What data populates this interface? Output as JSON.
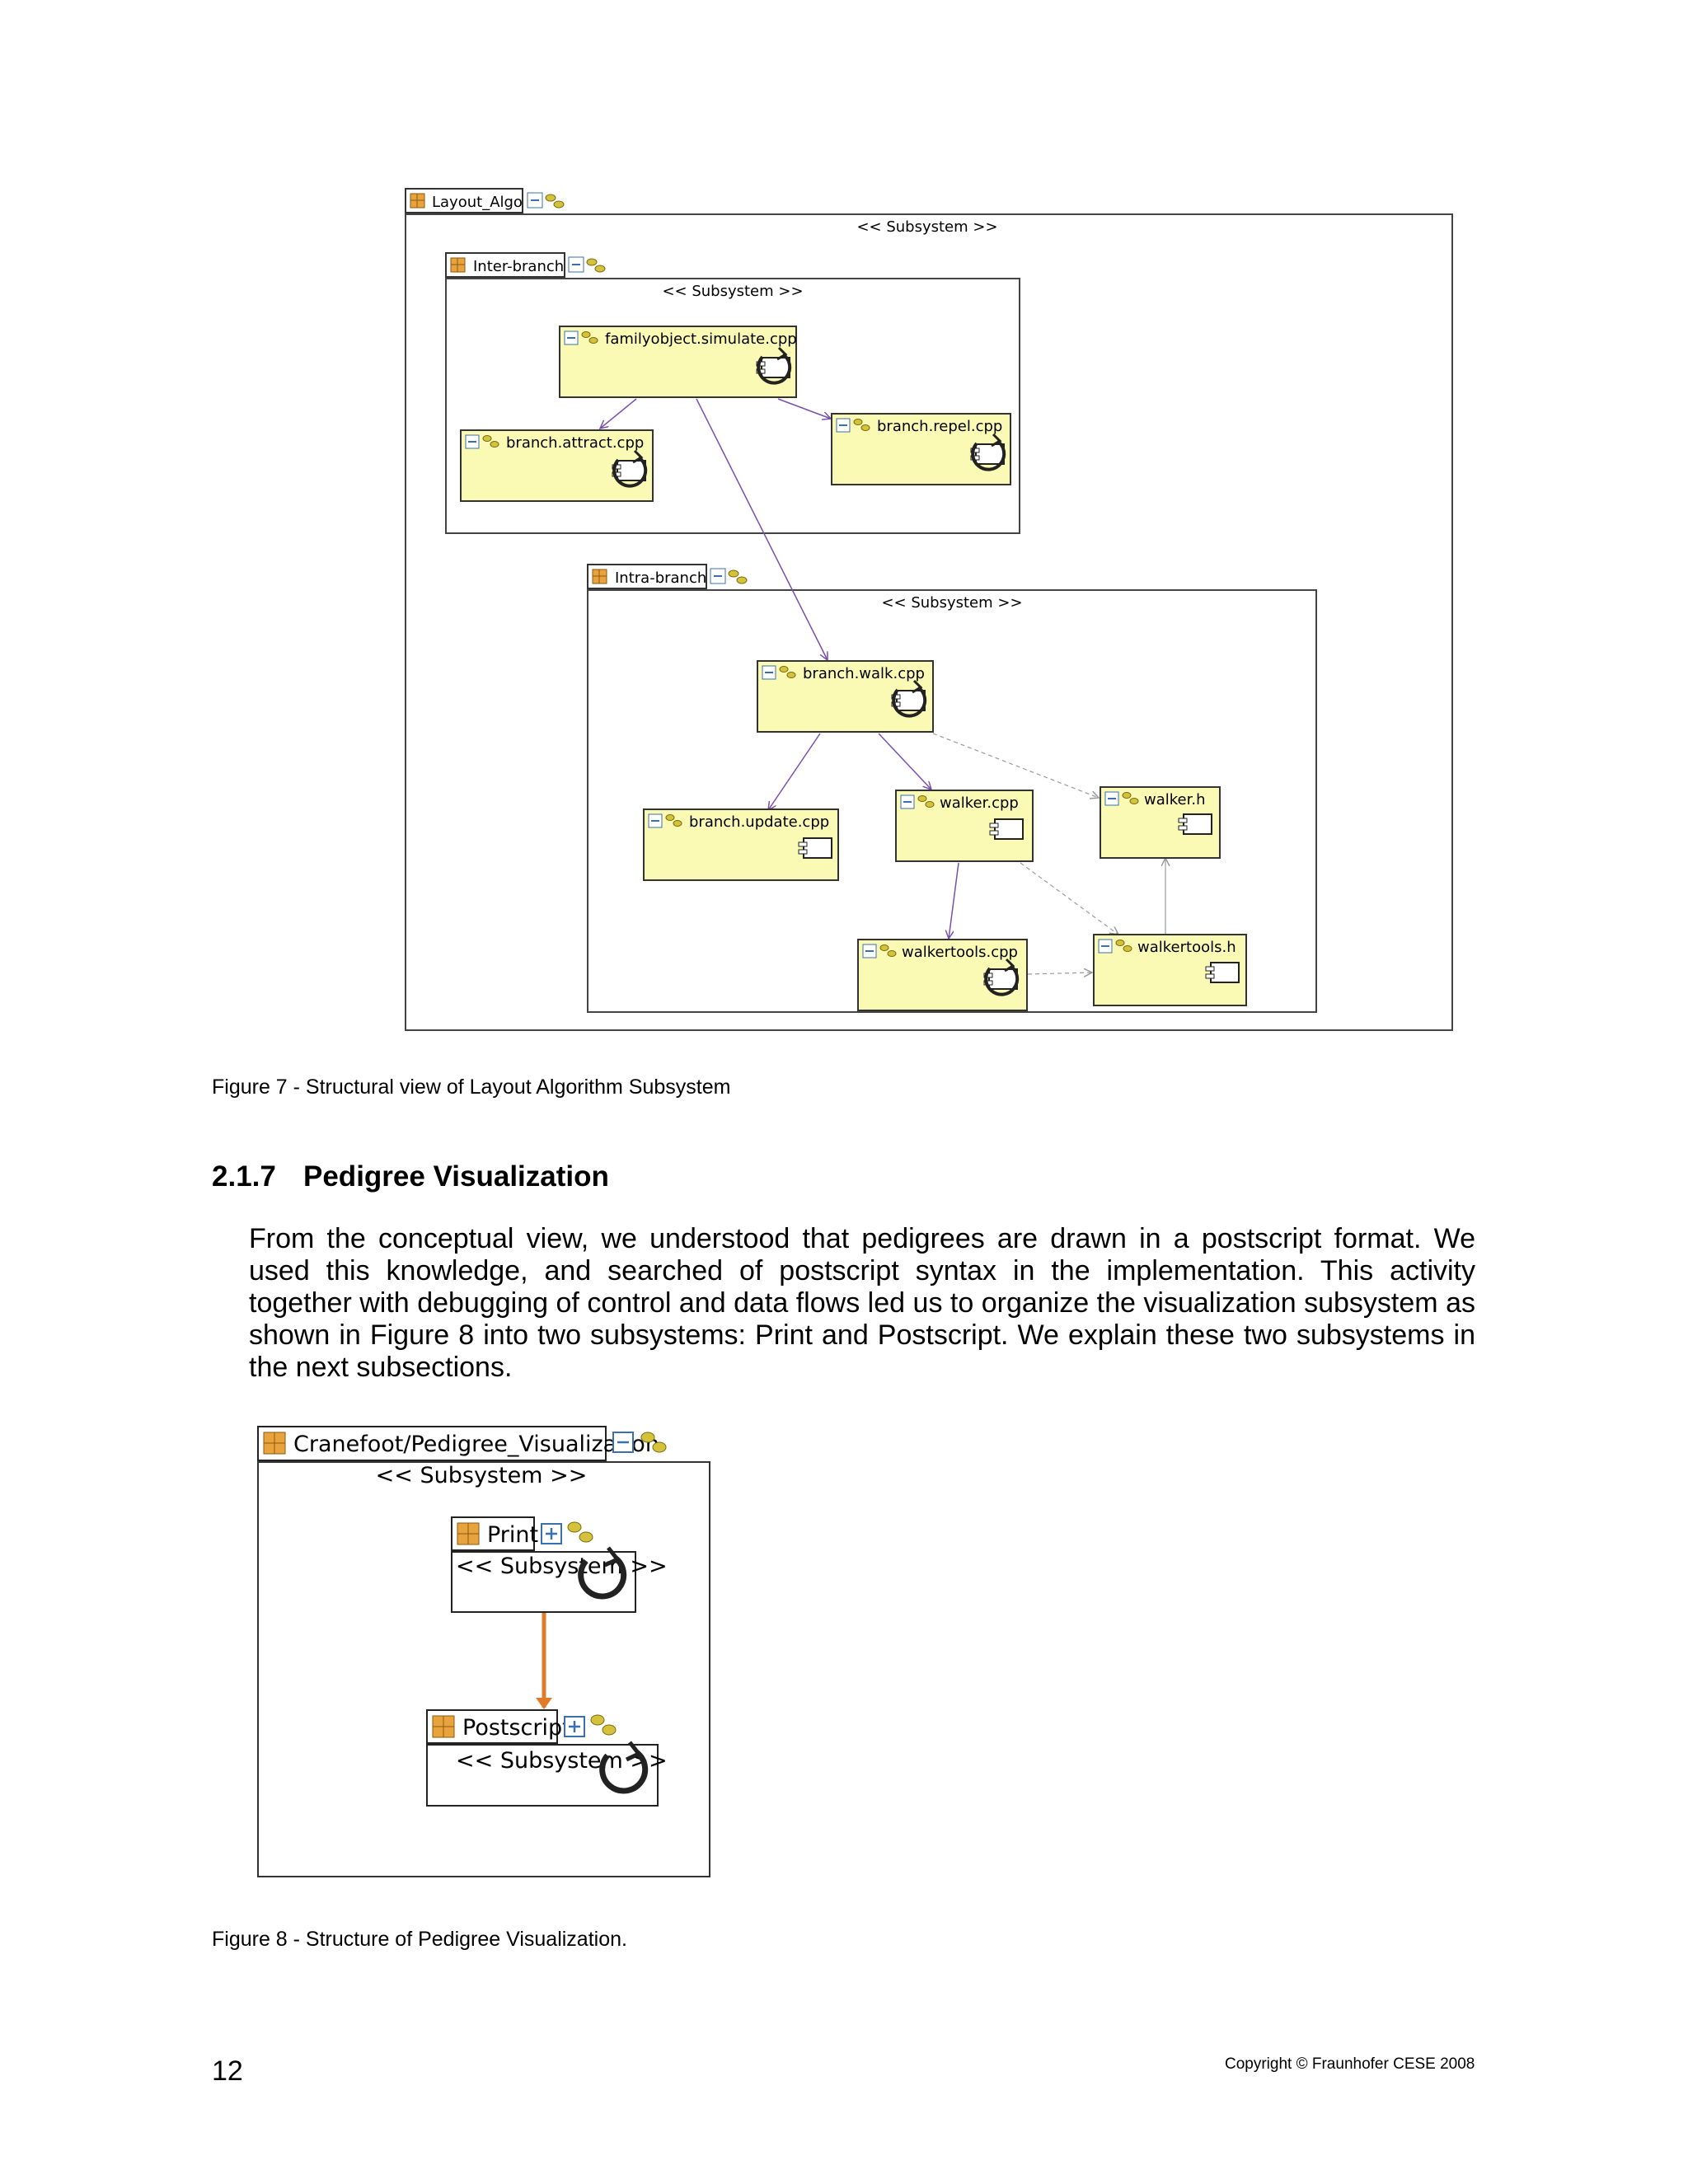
{
  "figure7": {
    "caption": "Figure 7 - Structural view of Layout Algorithm Subsystem",
    "stereotype": "<< Subsystem >>",
    "subsystems": [
      {
        "id": "layout",
        "name": "Layout_Algo"
      },
      {
        "id": "inter",
        "name": "Inter-branch"
      },
      {
        "id": "intra",
        "name": "Intra-branch"
      }
    ],
    "files": [
      {
        "id": "familyobject",
        "name": "familyobject.simulate.cpp"
      },
      {
        "id": "attract",
        "name": "branch.attract.cpp"
      },
      {
        "id": "repel",
        "name": "branch.repel.cpp"
      },
      {
        "id": "walk",
        "name": "branch.walk.cpp"
      },
      {
        "id": "update",
        "name": "branch.update.cpp"
      },
      {
        "id": "walkercpp",
        "name": "walker.cpp"
      },
      {
        "id": "walkerh",
        "name": "walker.h"
      },
      {
        "id": "walkertoolscpp",
        "name": "walkertools.cpp"
      },
      {
        "id": "walkertoolsh",
        "name": "walkertools.h"
      }
    ]
  },
  "section": {
    "number": "2.1.7",
    "title": "Pedigree Visualization",
    "paragraph": "From the conceptual view, we understood that pedigrees are drawn in a postscript format. We used this knowledge, and searched of postscript syntax in the implementation. This activity together with debugging of control and data flows led us to organize the visualization subsystem as shown in Figure 8 into two subsystems: Print and Postscript. We explain these two subsystems in the next subsections."
  },
  "figure8": {
    "caption": "Figure 8 - Structure of Pedigree Visualization.",
    "stereotype": "<< Subsystem >>",
    "outer_name": "Cranefoot/Pedigree_Visualization",
    "print_name": "Print",
    "postscript_name": "Postscript",
    "colors": {
      "arrow": "#e07b2a"
    }
  },
  "footer": {
    "page_number": "12",
    "copyright": "Copyright © Fraunhofer CESE 2008"
  }
}
